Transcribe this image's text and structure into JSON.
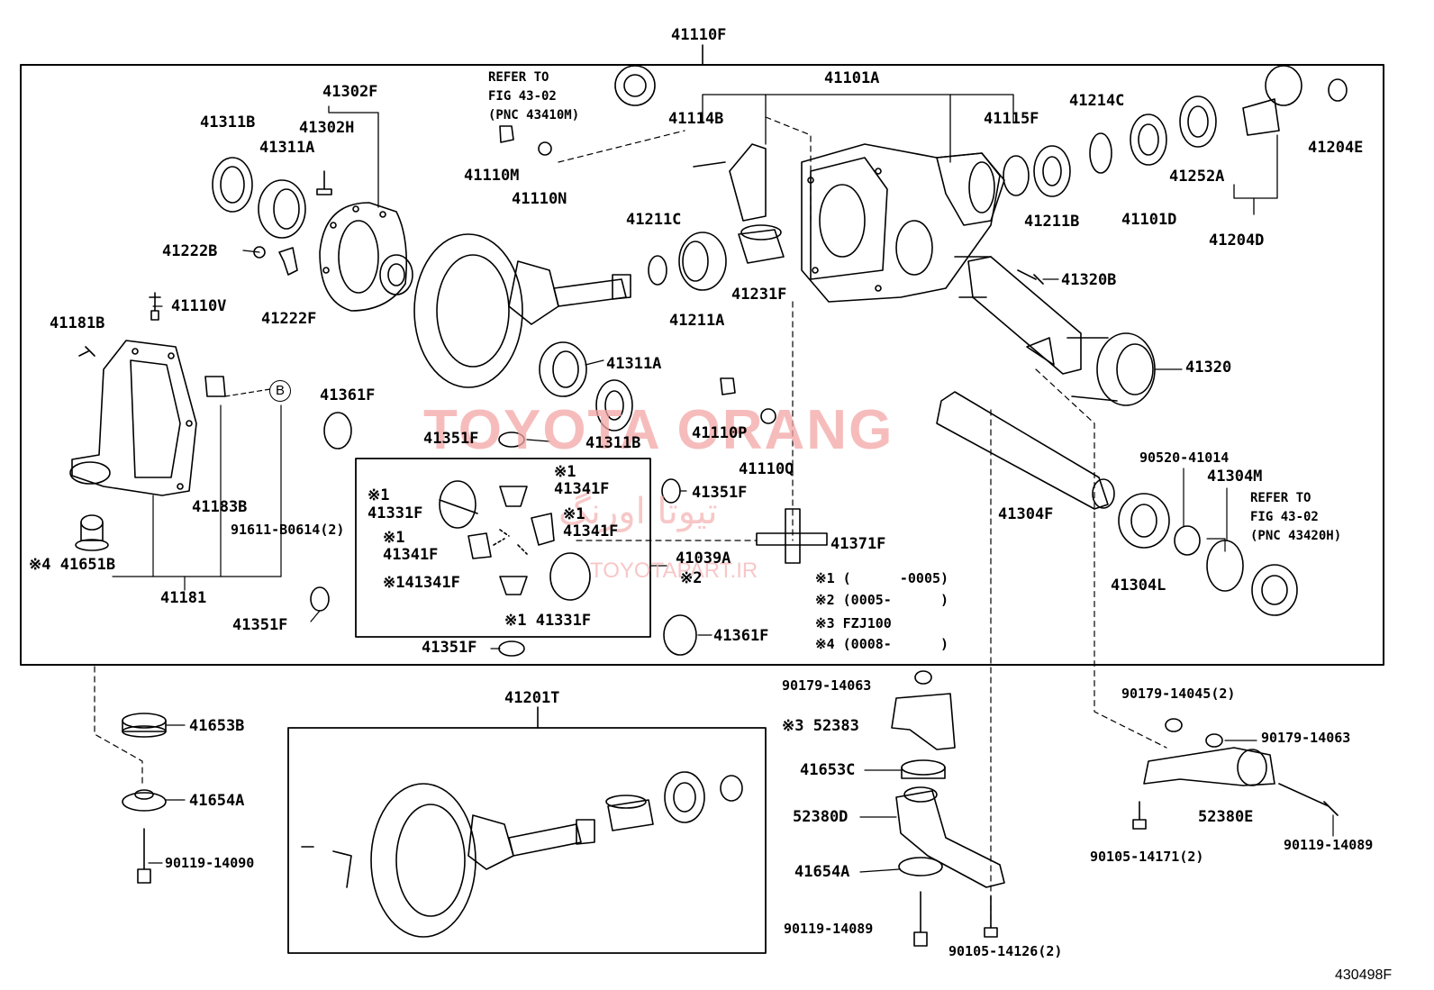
{
  "header": {
    "assembly_label": "41110F"
  },
  "footer": {
    "figure_code": "430498F"
  },
  "watermark": {
    "latin": "TOYOTA ORANG",
    "arabic": "تیوتا اورنگ",
    "url": "TOYOTAPART.IR",
    "color": "#f4a6a6"
  },
  "refer_notes": [
    "REFER TO\nFIG 43-02\n(PNC 43410M)",
    "REFER TO\nFIG 43-02\n(PNC 43420H)"
  ],
  "legend": [
    "※1 (      -0005)",
    "※2 (0005-      )",
    "※3 FZJ100",
    "※4 (0008-      )"
  ],
  "callout_letter": "B",
  "labels": [
    "41302F",
    "41311B",
    "41302H",
    "41311A",
    "41222B",
    "41222F",
    "41110V",
    "41181B",
    "41110M",
    "41110N",
    "41114B",
    "41101A",
    "41115F",
    "41214C",
    "41204E",
    "41211C",
    "41211A",
    "41231F",
    "41211B",
    "41101D",
    "41252A",
    "41204D",
    "41320B",
    "41320",
    "41311A",
    "41311B",
    "41361F",
    "41351F",
    "41110P",
    "41110Q",
    "41183B",
    "91611-B0614(2)",
    "※4 41651B",
    "41181",
    "41351F",
    "※1\n41331F",
    "※1\n41341F",
    "※1\n41341F",
    "※1\n41341F",
    "※141341F",
    "※1 41331F",
    "41039A",
    "※2",
    "41351F",
    "41371F",
    "41351F",
    "41361F",
    "41304F",
    "90520-41014",
    "41304M",
    "41304L",
    "41653B",
    "41654A",
    "90119-14090",
    "41201T",
    "90179-14063",
    "※3 52383",
    "41653C",
    "52380D",
    "41654A",
    "90119-14089",
    "90105-14126(2)",
    "90179-14045(2)",
    "90179-14063",
    "52380E",
    "90105-14171(2)",
    "90119-14089"
  ]
}
